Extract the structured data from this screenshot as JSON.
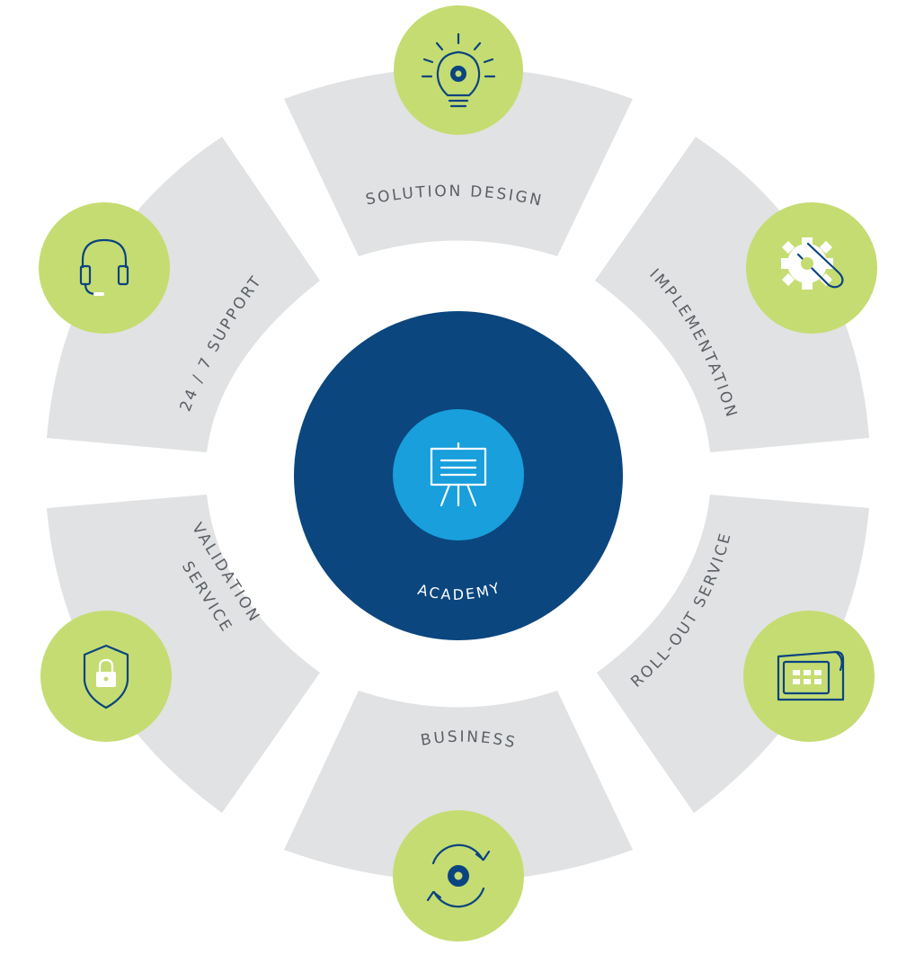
{
  "colors": {
    "segment": "#e1e2e3",
    "icon_circle": "#c5dc72",
    "center_outer": "#0b467e",
    "center_inner": "#189fdc",
    "label_text": "#5b5f66",
    "icon_stroke": "#0b4480"
  },
  "center": {
    "label": "ACADEMY",
    "icon": "presentation-board-icon"
  },
  "segments": [
    {
      "label": "SOLUTION DESIGN",
      "icon": "lightbulb-gear-icon"
    },
    {
      "label": "IMPLEMENTATION",
      "icon": "gear-wrench-icon"
    },
    {
      "label": "ROLL-OUT SERVICE",
      "icon": "tablet-blueprint-icon"
    },
    {
      "label": "BUSINESS",
      "icon": "gear-cycle-icon"
    },
    {
      "label": "VALIDATION",
      "label_line2": "SERVICE",
      "icon": "shield-lock-icon"
    },
    {
      "label": "24 / 7 SUPPORT",
      "icon": "headset-icon"
    }
  ]
}
